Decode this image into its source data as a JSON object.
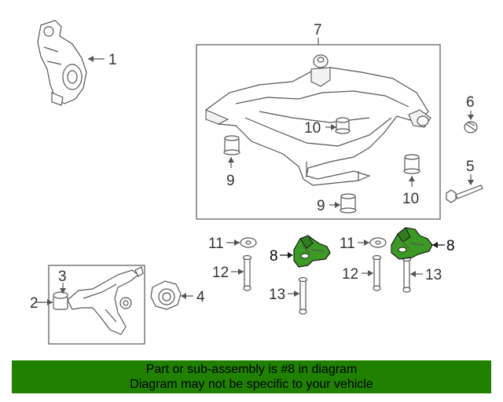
{
  "banner": {
    "line1": "Part or sub-assembly is #8 in diagram",
    "line2": "Diagram may not be specific to your vehicle",
    "background": "#208000"
  },
  "highlight_color": "#3a9a24",
  "callouts": {
    "c1": "1",
    "c2": "2",
    "c3": "3",
    "c4": "4",
    "c5": "5",
    "c6": "6",
    "c7": "7",
    "c8_left": "8",
    "c8_right": "8",
    "c9_left": "9",
    "c9_bottom": "9",
    "c10_center": "10",
    "c10_right": "10",
    "c11_left": "11",
    "c11_right": "11",
    "c12_left": "12",
    "c12_right": "12",
    "c13_left": "13",
    "c13_right": "13"
  }
}
